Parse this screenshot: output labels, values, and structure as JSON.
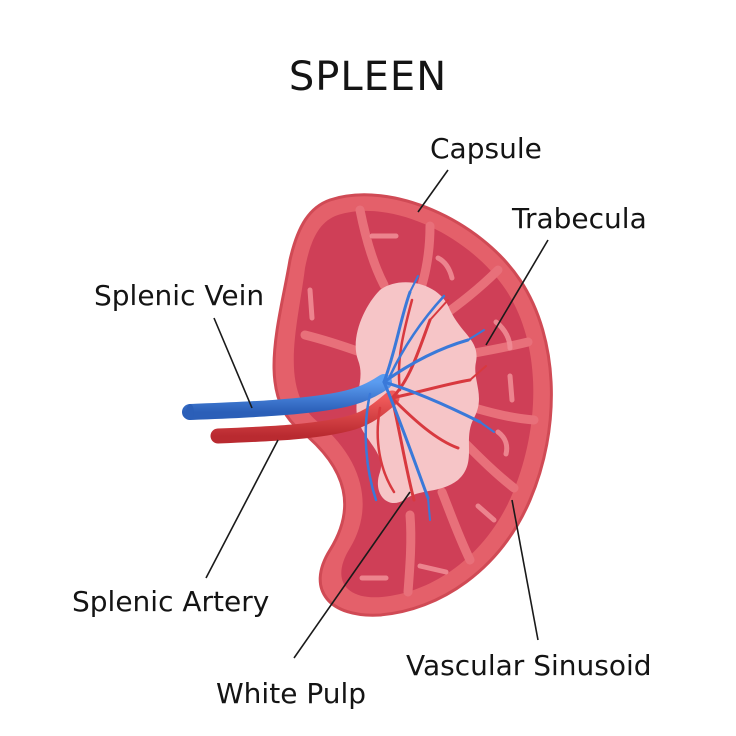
{
  "title": "SPLEEN",
  "labels": {
    "capsule": "Capsule",
    "trabecula": "Trabecula",
    "splenic_vein": "Splenic Vein",
    "splenic_artery": "Splenic Artery",
    "vascular_sinusoid": "Vascular Sinusoid",
    "white_pulp": "White Pulp"
  },
  "colors": {
    "capsule": "#e4606a",
    "red_pulp": "#cf3f57",
    "white_pulp": "#f6c5c7",
    "vein": "#3a79d9",
    "artery": "#d8393f"
  }
}
